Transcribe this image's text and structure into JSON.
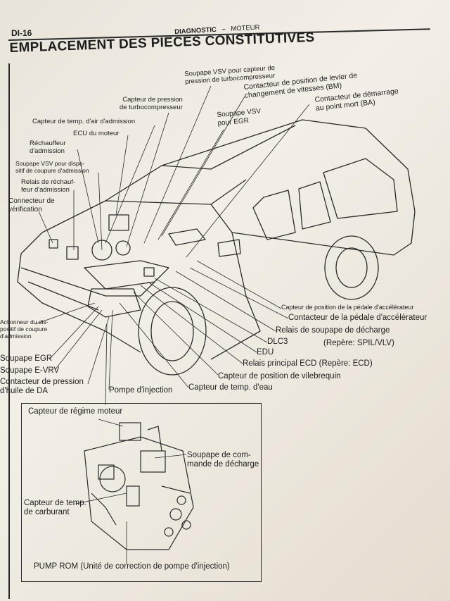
{
  "header": {
    "page_number": "DI-16",
    "section": "DIAGNOSTIC",
    "separator": "–",
    "subsection": "MOTEUR"
  },
  "title": "EMPLACEMENT DES PIECES CONSTITUTIVES",
  "labels": {
    "vsv_turbo": "Soupape VSV pour capteur de\npression de turbocompresseur",
    "shift_position": "Contacteur de position de levier de\nchangement de vitesses (BM)",
    "neutral_start": "Contacteur de démarrage\nau point mort (BA)",
    "turbo_pressure_sensor": "Capteur de pression\nde turbocompresseur",
    "vsv_egr": "Soupape VSV\npour EGR",
    "intake_air_temp": "Capteur de temp. d'air d'admission",
    "engine_ecu": "ECU du moteur",
    "intake_heater": "Réchauffeur\nd'admission",
    "vsv_intake_cutoff": "Soupape VSV pour dispo-\nsitif de coupure d'admission",
    "intake_heater_relay": "Relais de réchauf-\nfeur d'admission",
    "check_connector": "Connecteur de\nvérification",
    "pedal_position_sensor": "Capteur de position de la pédale d'accélérateur",
    "pedal_switch": "Contacteur de la pédale d'accélérateur",
    "spill_valve_relay": "Relais de soupape de décharge",
    "dlc3": "DLC3",
    "spill_mark": "(Repère: SPIL/VLV)",
    "edu": "EDU",
    "ecd_main_relay": "Relais principal ECD (Repère: ECD)",
    "crankshaft_sensor": "Capteur de position de vilebrequin",
    "water_temp_sensor": "Capteur de temp. d'eau",
    "injection_pump": "Pompe d'injection",
    "intake_cutoff_actuator": "Actionneur du dis-\npositif de coupure\nd'admission",
    "egr_valve": "Soupape EGR",
    "e_vrv_valve": "Soupape E-VRV",
    "at_oil_pressure": "Contacteur de pression\nd'huile de DA"
  },
  "inset": {
    "engine_speed_sensor": "Capteur de régime moteur",
    "spill_control_valve": "Soupape de com-\nmande de décharge",
    "fuel_temp_sensor": "Capteur de temp.\nde carburant",
    "pump_rom": "PUMP ROM (Unité de correction de pompe d'injection)"
  },
  "colors": {
    "paper": "#efeae1",
    "ink": "#1e1e1e",
    "line": "#2a2a2a"
  }
}
